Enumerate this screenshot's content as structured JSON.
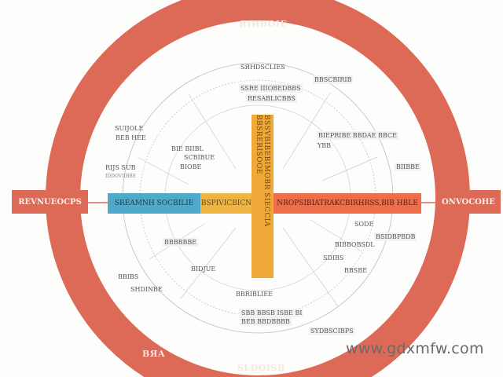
{
  "diagram": {
    "type": "circular-concept-diagram",
    "colors": {
      "ring": "#dd6a56",
      "left_bar": "#4ea9cb",
      "center_bar": "#f0a838",
      "right_bar": "#ee6e4a",
      "vertical_bar": "#f0a838",
      "thin_lines": "#b9b9b9"
    },
    "ring_labels": {
      "top": "ЯIИBOIE",
      "bottom_left": "BЯA",
      "bottom": "SLDOISB"
    },
    "side_tabs": {
      "left": "REVNUEOCPS",
      "right": "ONVOCOHE"
    },
    "horizontal_bar": {
      "left": "SRÉAMNH SOCBILIE",
      "center": "BSPIVICBICN",
      "right": "NROPSIBIATRAKCBIRHRSS,BIB HBLE"
    },
    "vertical_bar": {
      "text": "BSSVBIBEBIMOBR SIECCIA BBSRERISOOE"
    },
    "labels": [
      {
        "id": "t1",
        "text": "SЯHDSCLIES"
      },
      {
        "id": "t2",
        "text": "BBSCBIRIB"
      },
      {
        "id": "t3",
        "text": "SSRE IIIOBEDBBS"
      },
      {
        "id": "t4",
        "text": "RESABLICBBS"
      },
      {
        "id": "l1a",
        "text": "SUIJOLE"
      },
      {
        "id": "l1b",
        "text": "BEB HEE"
      },
      {
        "id": "l2a",
        "text": "RIJS SUB"
      },
      {
        "id": "l2b",
        "text": "IDDOVIIBBE"
      },
      {
        "id": "ml1",
        "text": "BIE BIIBL"
      },
      {
        "id": "ml2",
        "text": "SCBIBUE"
      },
      {
        "id": "ml3",
        "text": "BIOBE"
      },
      {
        "id": "r1a",
        "text": "BIEPRIBE BBDAE BBCE"
      },
      {
        "id": "r1b",
        "text": "YBB"
      },
      {
        "id": "r2",
        "text": "BIIBBE"
      },
      {
        "id": "rl1",
        "text": "SODE"
      },
      {
        "id": "rl2",
        "text": "BSIDBPBDB"
      },
      {
        "id": "rl3",
        "text": "BIBBOBSDL"
      },
      {
        "id": "rl4",
        "text": "SDIBS"
      },
      {
        "id": "rl5",
        "text": "BBSBE"
      },
      {
        "id": "bl1",
        "text": "BBBBBBE"
      },
      {
        "id": "bl2",
        "text": "BIDJUE"
      },
      {
        "id": "bl3",
        "text": "BBIBS"
      },
      {
        "id": "bl4",
        "text": "SHDINBE"
      },
      {
        "id": "b1",
        "text": "BBRIBLIEE"
      },
      {
        "id": "b2a",
        "text": "SBB BBSB ISBE BI"
      },
      {
        "id": "b2b",
        "text": "BEB BBDBBBB"
      },
      {
        "id": "b3",
        "text": "SYDBSCIBPS"
      }
    ]
  },
  "watermark": "www.gdxmfw.com"
}
